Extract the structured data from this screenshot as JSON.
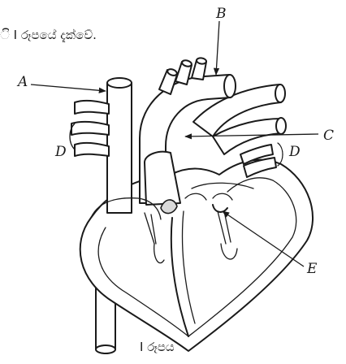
{
  "caption_top": "ි I රූපයේ දැක්වේ.",
  "caption_bottom": "I රූපය",
  "labels": {
    "a": "A",
    "b": "B",
    "c": "C",
    "d_left": "D",
    "d_right": "D",
    "e": "E"
  }
}
